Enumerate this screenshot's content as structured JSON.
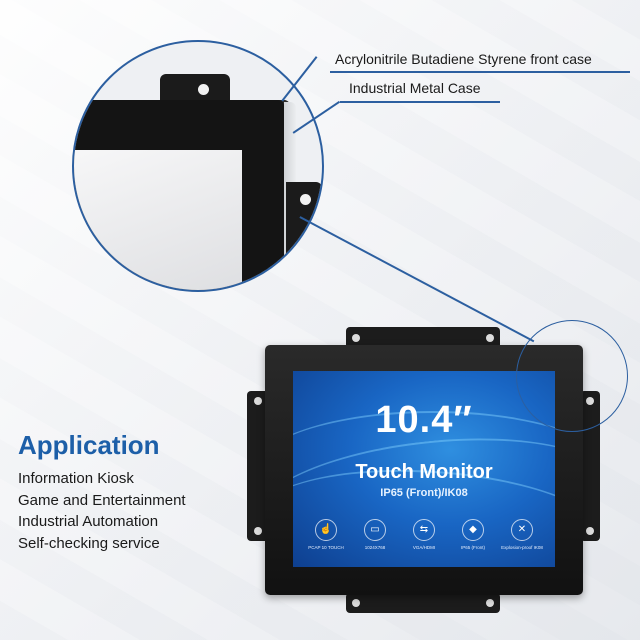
{
  "callouts": [
    {
      "text": "Acrylonitrile Butadiene Styrene front case"
    },
    {
      "text": "Industrial Metal Case"
    }
  ],
  "screen": {
    "size": "10.4″",
    "product": "Touch Monitor",
    "spec": "IP65 (Front)/IK08",
    "features": [
      {
        "icon": "touch-icon",
        "label": "PCAP 10 TOUCH"
      },
      {
        "icon": "resolution-icon",
        "label": "1024X768"
      },
      {
        "icon": "usb-icon",
        "label": "VGA/HDMI"
      },
      {
        "icon": "waterproof-icon",
        "label": "IP65 (Front)"
      },
      {
        "icon": "explosion-proof-icon",
        "label": "Explosion-proof IK08"
      }
    ]
  },
  "application": {
    "title": "Application",
    "items": [
      "Information Kiosk",
      "Game and Entertainment",
      "Industrial Automation",
      "Self-checking service"
    ]
  },
  "colors": {
    "accent": "#1d5fa8",
    "line": "#2c5fa0",
    "bezel": "#141414",
    "screen": "#1966c4"
  }
}
